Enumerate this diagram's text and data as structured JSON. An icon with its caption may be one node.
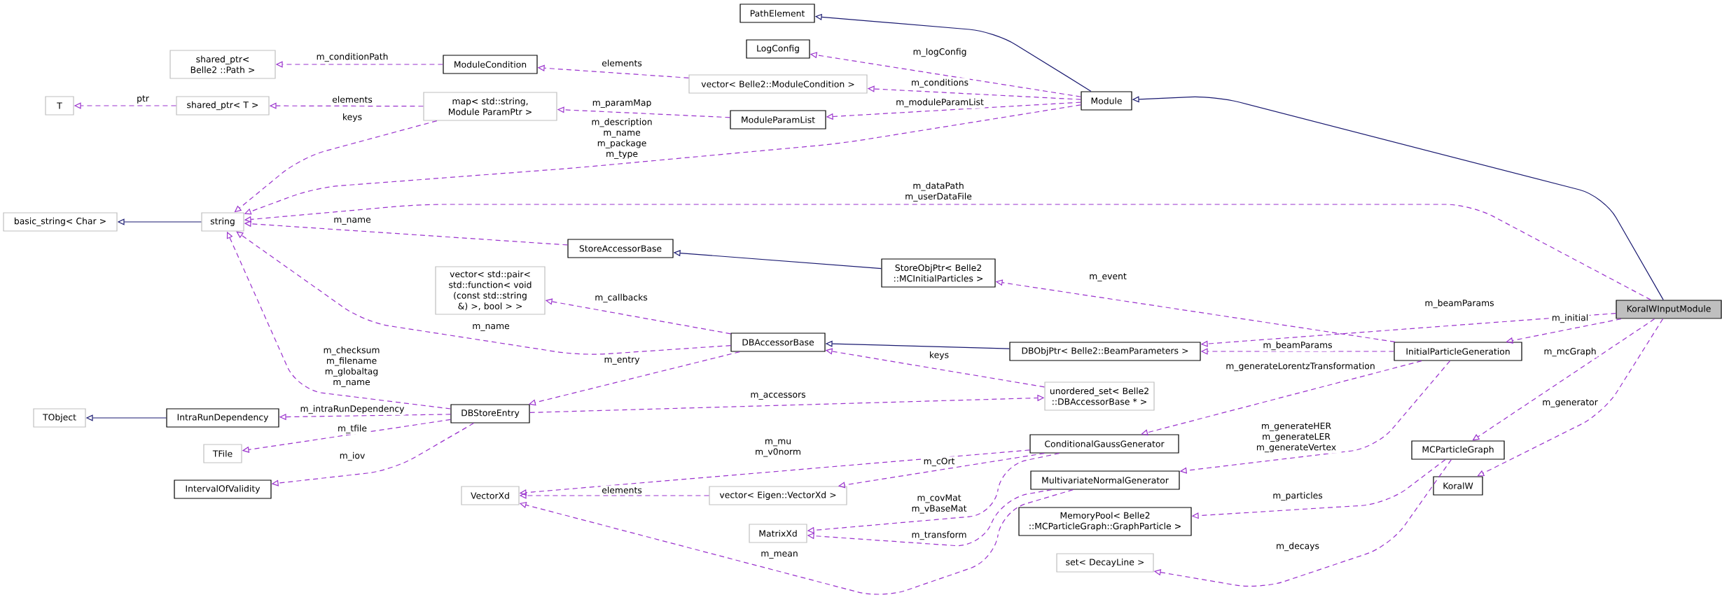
{
  "diagram": {
    "nodes": [
      {
        "text": [
          "PathElement"
        ]
      },
      {
        "text": [
          "LogConfig"
        ]
      },
      {
        "text": [
          "ModuleCondition"
        ]
      },
      {
        "text": [
          "shared_ptr< Belle2 ::Path >"
        ]
      },
      {
        "text": [
          "vector< Belle2::ModuleCondition >"
        ]
      },
      {
        "text": [
          "T"
        ]
      },
      {
        "text": [
          "shared_ptr< T >"
        ]
      },
      {
        "text": [
          "map< std::string, Module ParamPtr >"
        ]
      },
      {
        "text": [
          "ModuleParamList"
        ]
      },
      {
        "text": [
          "Module"
        ]
      },
      {
        "text": [
          "basic_string< Char >"
        ]
      },
      {
        "text": [
          "string"
        ]
      },
      {
        "text": [
          "StoreAccessorBase"
        ]
      },
      {
        "text": [
          "vector< std::pair< std::function< void (const std::string &) >, bool > >"
        ]
      },
      {
        "text": [
          "StoreObjPtr< Belle2 ::MCInitialParticles >"
        ]
      },
      {
        "text": [
          "DBAccessorBase"
        ]
      },
      {
        "text": [
          "DBObjPtr< Belle2::BeamParameters >"
        ]
      },
      {
        "text": [
          "InitialParticleGeneration"
        ]
      },
      {
        "text": [
          "KoralWInputModule"
        ]
      },
      {
        "text": [
          "DBStoreEntry"
        ]
      },
      {
        "text": [
          "unordered_set< Belle2 ::DBAccessorBase * >"
        ]
      },
      {
        "text": [
          "TObject"
        ]
      },
      {
        "text": [
          "IntraRunDependency"
        ]
      },
      {
        "text": [
          "TFile"
        ]
      },
      {
        "text": [
          "IntervalOfValidity"
        ]
      },
      {
        "text": [
          "ConditionalGaussGenerator"
        ]
      },
      {
        "text": [
          "VectorXd"
        ]
      },
      {
        "text": [
          "vector< Eigen::VectorXd >"
        ]
      },
      {
        "text": [
          "MultivariateNormalGenerator"
        ]
      },
      {
        "text": [
          "MCParticleGraph"
        ]
      },
      {
        "text": [
          "MatrixXd"
        ]
      },
      {
        "text": [
          "MemoryPool< Belle2 ::MCParticleGraph::GraphParticle >"
        ]
      },
      {
        "text": [
          "KoralW"
        ]
      },
      {
        "text": [
          "set< DecayLine >"
        ]
      }
    ],
    "edges": [
      {
        "from": 9,
        "to": 0,
        "arrow": "to",
        "color": "#191970"
      },
      {
        "from": 18,
        "to": 9,
        "arrow": "to",
        "color": "#191970"
      },
      {
        "from": 9,
        "to": 1,
        "arrow": "to",
        "style": "dashed",
        "label": "m_logConfig"
      },
      {
        "from": 9,
        "to": 4,
        "arrow": "to",
        "style": "dashed",
        "label": "m_conditions"
      },
      {
        "from": 9,
        "to": 8,
        "arrow": "to",
        "style": "dashed",
        "label": "m_moduleParamList"
      },
      {
        "from": 9,
        "to": 11,
        "arrow": "to",
        "style": "dashed",
        "label": "m_description m_name m_package m_type"
      },
      {
        "from": 4,
        "to": 2,
        "arrow": "to",
        "style": "dashed",
        "label": "elements"
      },
      {
        "from": 2,
        "to": 3,
        "arrow": "to",
        "style": "dashed",
        "label": "m_conditionPath"
      },
      {
        "from": 8,
        "to": 7,
        "arrow": "to",
        "style": "dashed",
        "label": "m_paramMap"
      },
      {
        "from": 7,
        "to": 6,
        "arrow": "to",
        "style": "dashed",
        "label": "elements"
      },
      {
        "from": 6,
        "to": 5,
        "arrow": "to",
        "style": "dashed",
        "label": "ptr"
      },
      {
        "from": 7,
        "to": 11,
        "arrow": "to",
        "style": "dashed",
        "label": "keys"
      },
      {
        "from": 11,
        "to": 10,
        "arrow": "to",
        "color": "#191970"
      },
      {
        "from": 18,
        "to": 11,
        "arrow": "to",
        "style": "dashed",
        "label": "m_dataPath m_userDataFile"
      },
      {
        "from": 12,
        "to": 11,
        "arrow": "to",
        "style": "dashed",
        "label": "m_name"
      },
      {
        "from": 14,
        "to": 12,
        "arrow": "to",
        "color": "#191970"
      },
      {
        "from": 17,
        "to": 14,
        "arrow": "to",
        "style": "dashed",
        "label": "m_event"
      },
      {
        "from": 18,
        "to": 16,
        "arrow": "to",
        "style": "dashed",
        "label": "m_beamParams"
      },
      {
        "from": 17,
        "to": 16,
        "arrow": "to",
        "style": "dashed",
        "label": "m_beamParams"
      },
      {
        "from": 18,
        "to": 17,
        "arrow": "to",
        "style": "dashed",
        "label": "m_initial"
      },
      {
        "from": 15,
        "to": 13,
        "arrow": "to",
        "style": "dashed",
        "label": "m_callbacks"
      },
      {
        "from": 15,
        "to": 11,
        "arrow": "to",
        "style": "dashed",
        "label": "m_name"
      },
      {
        "from": 15,
        "to": 19,
        "arrow": "to",
        "style": "dashed",
        "label": "m_entry"
      },
      {
        "from": 16,
        "to": 15,
        "arrow": "to",
        "color": "#191970"
      },
      {
        "from": 20,
        "to": 15,
        "arrow": "to",
        "style": "dashed",
        "label": "keys"
      },
      {
        "from": 19,
        "to": 20,
        "arrow": "to",
        "style": "dashed",
        "label": "m_accessors"
      },
      {
        "from": 19,
        "to": 11,
        "arrow": "to",
        "style": "dashed",
        "label": "m_checksum m_filename m_globaltag m_name"
      },
      {
        "from": 19,
        "to": 22,
        "arrow": "to",
        "style": "dashed",
        "label": "m_intraRunDependency"
      },
      {
        "from": 22,
        "to": 21,
        "arrow": "to",
        "color": "#191970"
      },
      {
        "from": 19,
        "to": 23,
        "arrow": "to",
        "style": "dashed",
        "label": "m_tfile"
      },
      {
        "from": 19,
        "to": 24,
        "arrow": "to",
        "style": "dashed",
        "label": "m_iov"
      },
      {
        "from": 17,
        "to": 25,
        "arrow": "to",
        "style": "dashed",
        "label": "m_generateLorentzTransformation"
      },
      {
        "from": 17,
        "to": 28,
        "arrow": "to",
        "style": "dashed",
        "label": "m_generateHER m_generateLER m_generateVertex"
      },
      {
        "from": 18,
        "to": 29,
        "arrow": "to",
        "style": "dashed",
        "label": "m_mcGraph"
      },
      {
        "from": 18,
        "to": 32,
        "arrow": "to",
        "style": "dashed",
        "label": "m_generator"
      },
      {
        "from": 25,
        "to": 26,
        "arrow": "to",
        "style": "dashed",
        "label": "m_mu m_v0norm"
      },
      {
        "from": 25,
        "to": 27,
        "arrow": "to",
        "style": "dashed",
        "label": "m_cOrt"
      },
      {
        "from": 27,
        "to": 26,
        "arrow": "to",
        "style": "dashed",
        "label": "elements"
      },
      {
        "from": 25,
        "to": 30,
        "arrow": "to",
        "style": "dashed",
        "label": "m_covMat m_vBaseMat"
      },
      {
        "from": 28,
        "to": 30,
        "arrow": "to",
        "style": "dashed",
        "label": "m_transform"
      },
      {
        "from": 28,
        "to": 26,
        "arrow": "to",
        "style": "dashed",
        "label": "m_mean"
      },
      {
        "from": 29,
        "to": 31,
        "arrow": "to",
        "style": "dashed",
        "label": "m_particles"
      },
      {
        "from": 29,
        "to": 33,
        "arrow": "to",
        "style": "dashed",
        "label": "m_decays"
      }
    ]
  }
}
